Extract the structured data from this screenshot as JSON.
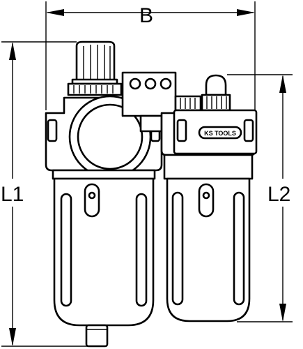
{
  "dimensions": {
    "width_label": "B",
    "height_left_label": "L1",
    "height_right_label": "L2"
  },
  "brand": {
    "logo_text": "KS TOOLS"
  },
  "colors": {
    "line": "#000000",
    "background": "#ffffff"
  },
  "icons": {
    "regulator_knob": "knurled-knob-icon",
    "pressure_gauge": "round-gauge-icon",
    "oil_cap": "dome-cap-icon",
    "drain_valve": "drain-plug-icon"
  }
}
